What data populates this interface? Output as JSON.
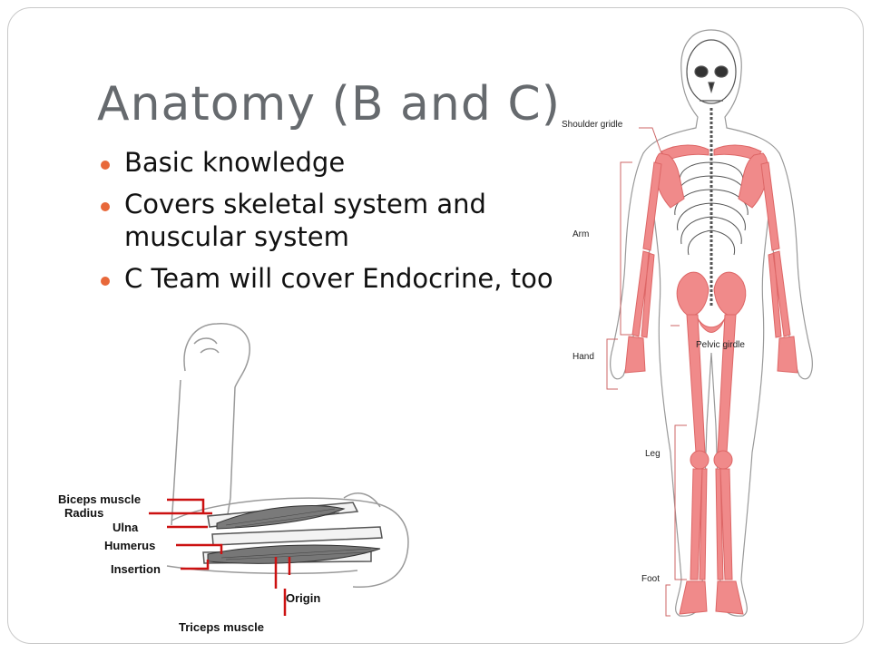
{
  "slide": {
    "title": "Anatomy (B and C)",
    "bullets": [
      "Basic knowledge",
      "Covers skeletal system and muscular system",
      "C Team will cover Endocrine, too"
    ],
    "accent_color": "#e8683a"
  },
  "arm_diagram": {
    "labels": {
      "biceps": "Biceps muscle",
      "radius": "Radius",
      "ulna": "Ulna",
      "humerus": "Humerus",
      "insertion": "Insertion",
      "origin": "Origin",
      "triceps": "Triceps muscle"
    },
    "leader_color": "#cc1111"
  },
  "skeleton_diagram": {
    "labels": {
      "shoulder": "Shoulder gridle",
      "arm": "Arm",
      "hand": "Hand",
      "pelvic": "Pelvic girdle",
      "leg": "Leg",
      "foot": "Foot"
    },
    "highlight_color": "#f08a8a"
  }
}
